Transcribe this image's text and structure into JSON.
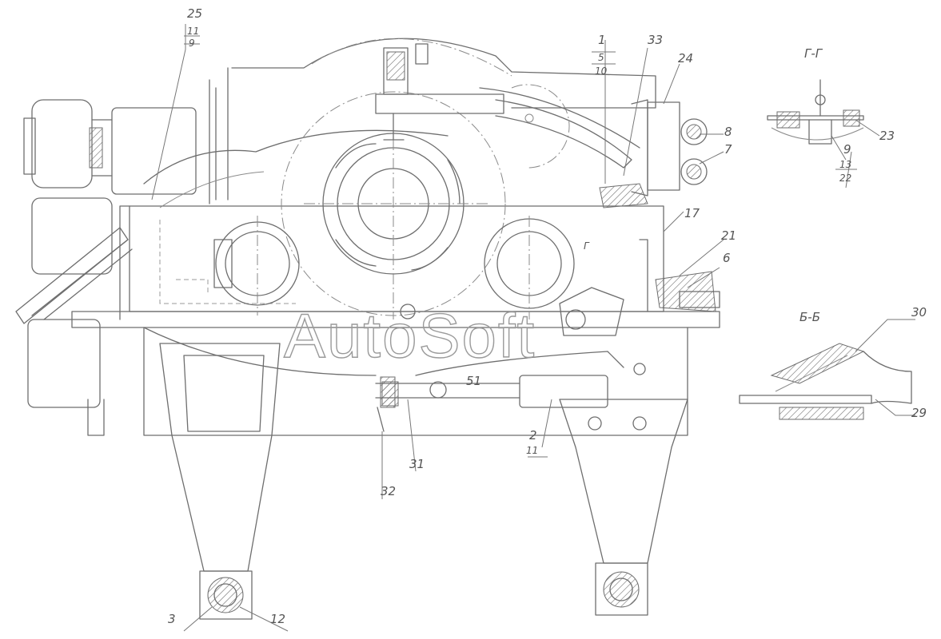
{
  "watermark": "AutoSoft",
  "section_labels": {
    "g": "Г-Г",
    "b": "Б-Б",
    "g_mark": "Г"
  },
  "callouts": {
    "c25": "25",
    "c25a": "11",
    "c25b": "9",
    "c1": "1",
    "c1a": "5",
    "c1b": "10",
    "c33": "33",
    "c24": "24",
    "c8": "8",
    "c7": "7",
    "c23": "23",
    "c9": "9",
    "c13": "13",
    "c22": "22",
    "c17": "17",
    "c21": "21",
    "c6": "6",
    "c30": "30",
    "c29": "29",
    "c51": "51",
    "c2": "2",
    "c11": "11",
    "c31": "31",
    "c32": "32",
    "c3": "3",
    "c12": "12"
  }
}
